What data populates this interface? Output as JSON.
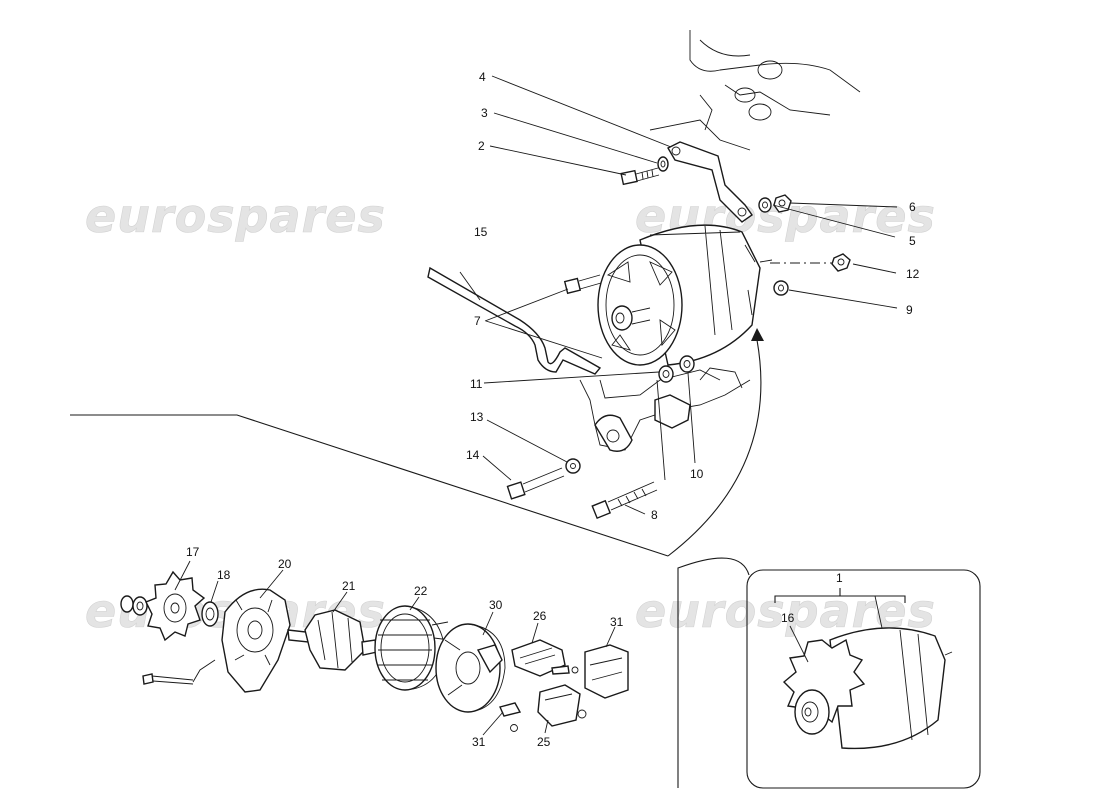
{
  "watermark": {
    "text": "eurospares"
  },
  "callouts": [
    {
      "id": "1",
      "text": "1"
    },
    {
      "id": "2",
      "text": "2"
    },
    {
      "id": "3",
      "text": "3"
    },
    {
      "id": "4",
      "text": "4"
    },
    {
      "id": "5",
      "text": "5"
    },
    {
      "id": "6",
      "text": "6"
    },
    {
      "id": "7",
      "text": "7"
    },
    {
      "id": "8",
      "text": "8"
    },
    {
      "id": "9",
      "text": "9"
    },
    {
      "id": "10",
      "text": "10"
    },
    {
      "id": "11",
      "text": "11"
    },
    {
      "id": "12",
      "text": "12"
    },
    {
      "id": "13",
      "text": "13"
    },
    {
      "id": "14",
      "text": "14"
    },
    {
      "id": "15",
      "text": "15"
    },
    {
      "id": "16",
      "text": "16"
    },
    {
      "id": "17",
      "text": "17"
    },
    {
      "id": "18",
      "text": "18"
    },
    {
      "id": "20",
      "text": "20"
    },
    {
      "id": "21",
      "text": "21"
    },
    {
      "id": "22",
      "text": "22"
    },
    {
      "id": "25",
      "text": "25"
    },
    {
      "id": "26",
      "text": "26"
    },
    {
      "id": "30",
      "text": "30"
    },
    {
      "id": "31a",
      "text": "31"
    },
    {
      "id": "31b",
      "text": "31"
    }
  ]
}
